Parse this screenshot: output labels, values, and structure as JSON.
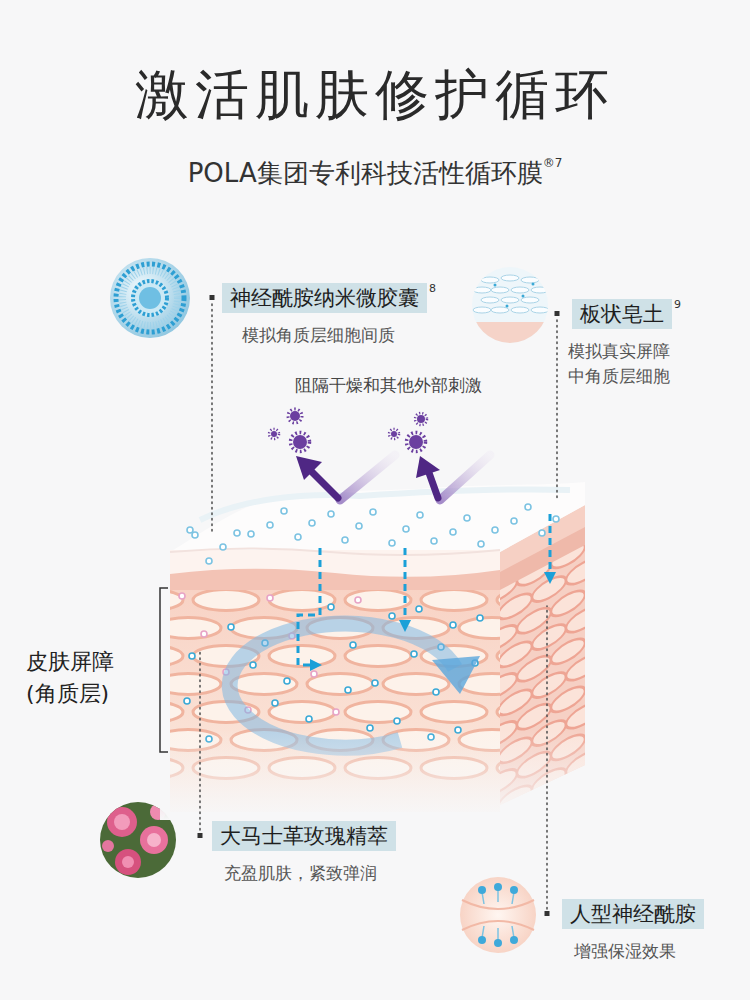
{
  "diagram": {
    "title": "激活肌肤修护循环",
    "nodes": [
      {
        "text": [
          "神经酰胺纳米微胶囊",
          "8",
          "模拟角质层细胞间质"
        ]
      },
      {
        "text": [
          "板状皂土",
          "9",
          "模拟真实屏障 中角质层细胞"
        ]
      },
      {
        "text": [
          "大马士革玫瑰精萃",
          "充盈肌肤，紧致弹润"
        ]
      },
      {
        "text": [
          "人型神经酰胺",
          "增强保湿效果"
        ]
      }
    ],
    "labels": [
      "POLA集团专利科技活性循环膜",
      "®7",
      "阻隔干燥和其他外部刺激",
      "皮肤屏障 (角质层)"
    ]
  }
}
